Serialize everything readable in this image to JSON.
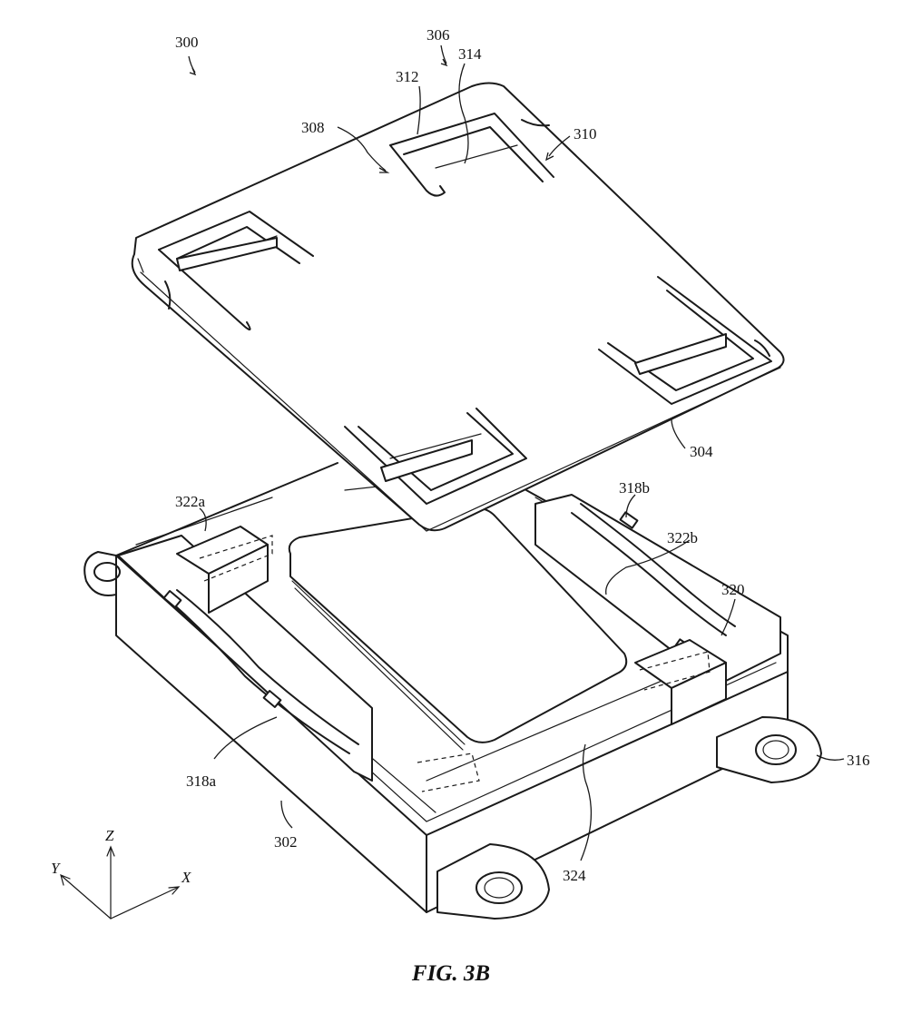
{
  "figure": {
    "caption": "FIG. 3B"
  },
  "labels": {
    "assembly": "300",
    "cover_clip": "306",
    "slot_left": "308",
    "slot_right": "310",
    "arm": "312",
    "tab": "314",
    "cover": "304",
    "housing": "302",
    "mount_tab": "316",
    "spring_left": "318a",
    "spring_right": "318b",
    "latch_left": "322a",
    "latch_right": "322b",
    "connector": "320",
    "pad": "324"
  },
  "axes": {
    "x": "X",
    "y": "Y",
    "z": "Z"
  }
}
